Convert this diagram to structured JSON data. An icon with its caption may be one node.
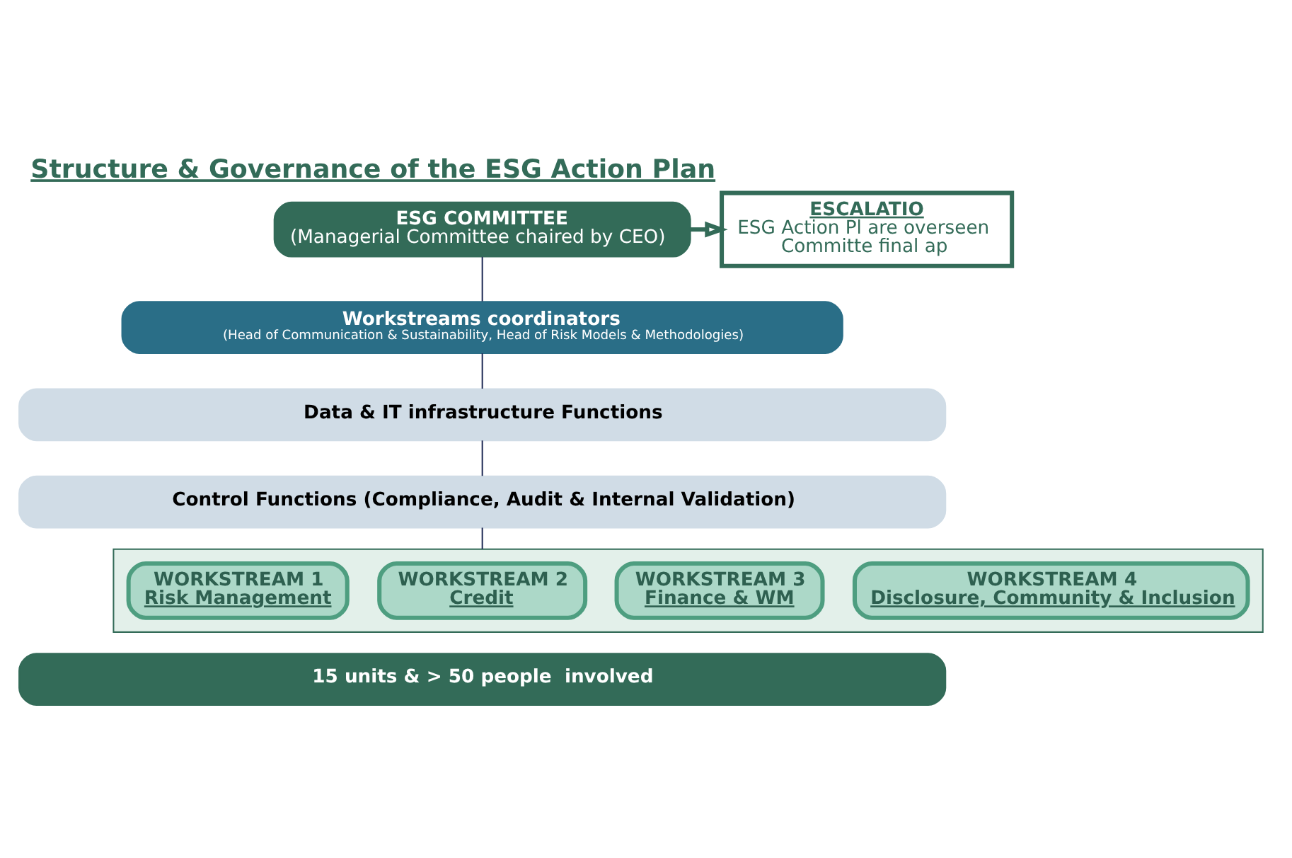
{
  "diagram": {
    "title": "Structure & Governance of the ESG Action Plan",
    "nodes": [
      {
        "text": [
          "ESG COMMITTEE",
          "(Managerial Committee chaired by CEO)"
        ]
      },
      {
        "text": [
          "ESCALATIO",
          "ESG Action Pl are overseen",
          "Committe final ap"
        ]
      },
      {
        "text": [
          "Workstreams coordinators",
          "(Head of Communication & Sustainability, Head of Risk Models & Methodologies)"
        ]
      },
      {
        "text": [
          "Data & IT infrastructure Functions"
        ]
      },
      {
        "text": [
          "Control Functions (Compliance, Audit & Internal Validation)"
        ]
      },
      {
        "text": [],
        "shape": "box"
      },
      {
        "text": [
          "WORKSTREAM 1",
          "Risk Management"
        ],
        "in": 5
      },
      {
        "text": [
          "WORKSTREAM 2",
          "Credit"
        ],
        "in": 5
      },
      {
        "text": [
          "WORKSTREAM 3",
          "Finance & WM"
        ],
        "in": 5
      },
      {
        "text": [
          "WORKSTREAM 4",
          "Disclosure, Community & Inclusion"
        ],
        "in": 5
      },
      {
        "text": [
          "15 units & > 50 people  involved"
        ]
      }
    ],
    "edges": [
      {
        "from": 0,
        "to": 1,
        "arrow": "to",
        "style": "thick"
      },
      {
        "from": 0,
        "to": 2,
        "arrow": "none"
      },
      {
        "from": 2,
        "to": 3,
        "arrow": "none"
      },
      {
        "from": 3,
        "to": 4,
        "arrow": "none"
      },
      {
        "from": 4,
        "to": 5,
        "arrow": "none"
      }
    ]
  }
}
